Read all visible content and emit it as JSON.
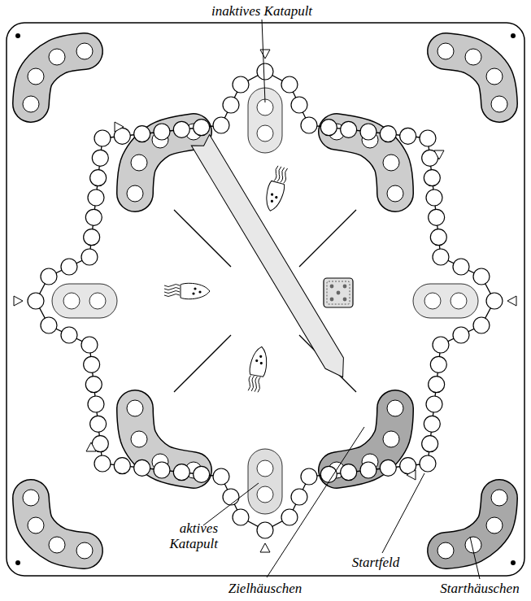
{
  "diagram": {
    "labels": [
      "inaktives Katapult",
      "aktives Katapult",
      "Startfeld",
      "Zielhäuschen",
      "Starthäuschen"
    ]
  }
}
